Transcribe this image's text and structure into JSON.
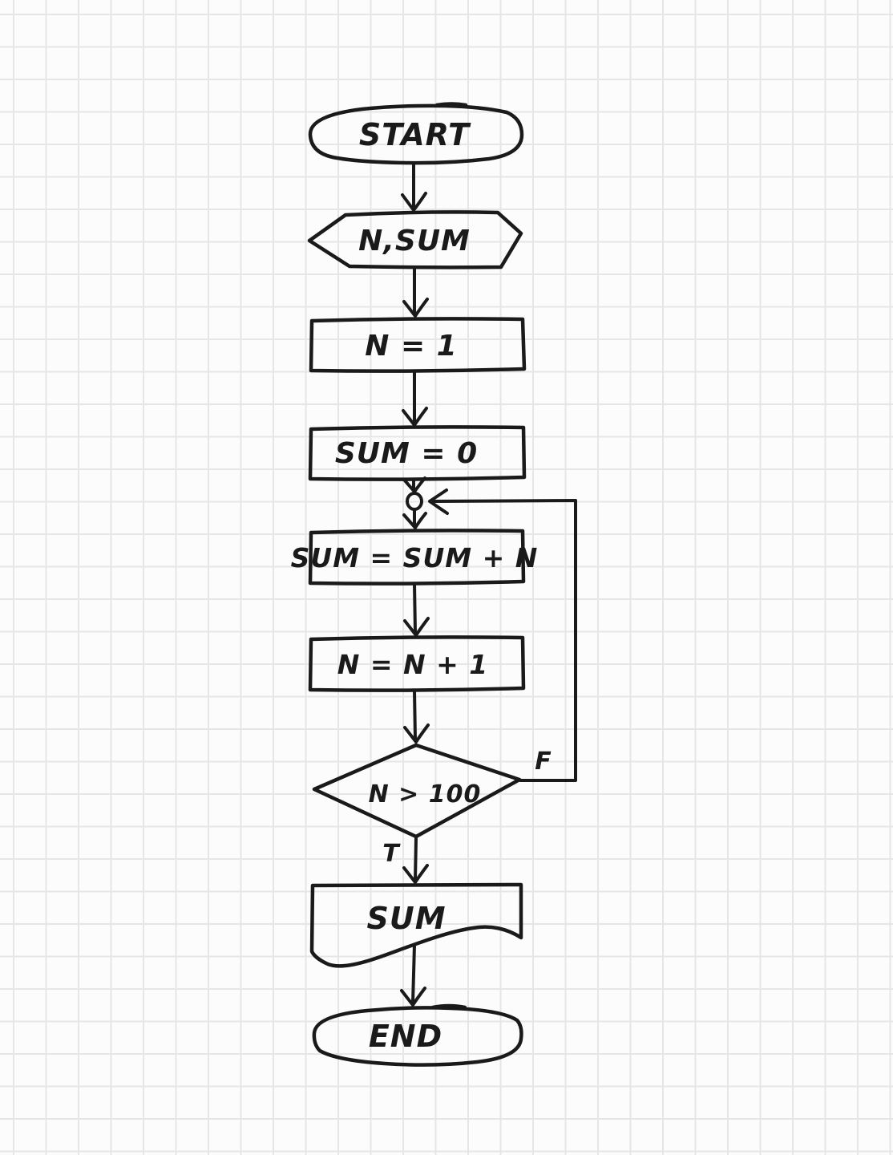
{
  "canvas": {
    "background_color": "#fcfcfc",
    "grid_line_color": "#e6e6e6",
    "ink_color": "#1a1a1a",
    "style": "hand-drawn flowchart on square grid paper"
  },
  "flowchart": {
    "nodes": [
      {
        "id": "start",
        "type": "terminal",
        "label": "START"
      },
      {
        "id": "read-input",
        "type": "input",
        "label": "N,SUM"
      },
      {
        "id": "init-n",
        "type": "process",
        "label": "N = 1"
      },
      {
        "id": "init-sum",
        "type": "process",
        "label": "SUM = 0"
      },
      {
        "id": "accumulate",
        "type": "process",
        "label": "SUM = SUM + N"
      },
      {
        "id": "increment",
        "type": "process",
        "label": "N = N + 1"
      },
      {
        "id": "decision",
        "type": "decision",
        "label": "N > 100"
      },
      {
        "id": "output-sum",
        "type": "document-output",
        "label": "SUM"
      },
      {
        "id": "end",
        "type": "terminal",
        "label": "END"
      }
    ],
    "branches": {
      "false_label": "F",
      "true_label": "T"
    }
  }
}
